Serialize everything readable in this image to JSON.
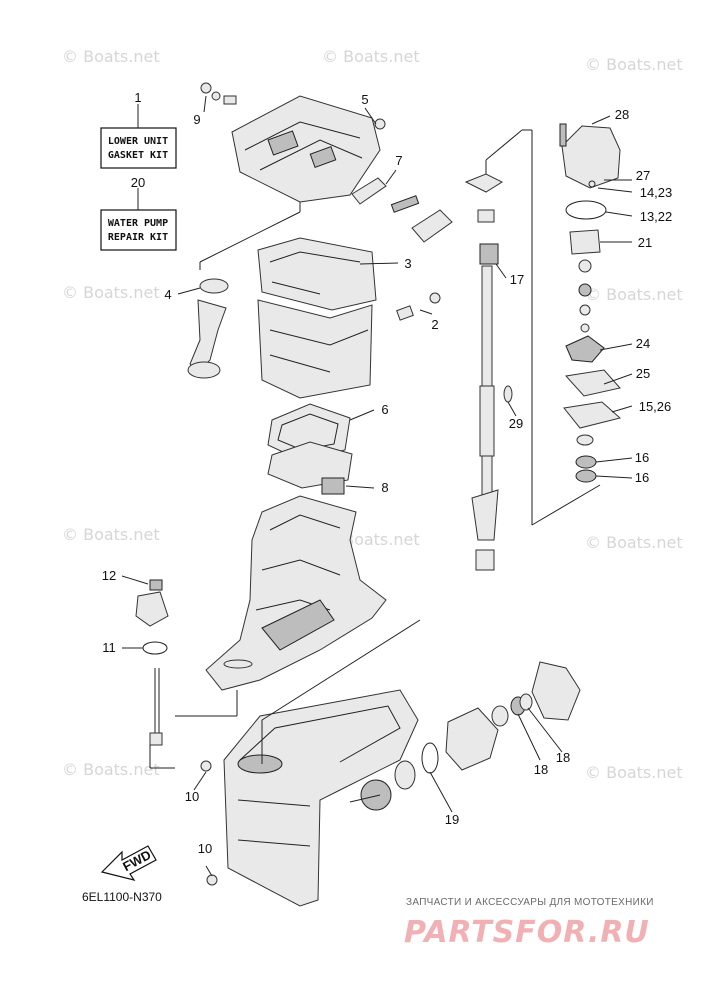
{
  "watermark": "© Boats.net",
  "callouts": [
    "1",
    "20",
    "9",
    "5",
    "7",
    "3",
    "4",
    "2",
    "6",
    "8",
    "12",
    "11",
    "10",
    "10",
    "28",
    "27",
    "14,23",
    "13,22",
    "21",
    "17",
    "24",
    "25",
    "15,26",
    "29",
    "16",
    "16",
    "18",
    "18",
    "19"
  ],
  "kits": {
    "gasket": {
      "line1": "LOWER UNIT",
      "line2": "GASKET KIT"
    },
    "pump": {
      "line1": "WATER PUMP",
      "line2": "REPAIR KIT"
    }
  },
  "fwd": "FWD",
  "diagram_code": "6EL1100-N370",
  "footer": {
    "tagline": "ЗАПЧАСТИ И АКСЕССУАРЫ ДЛЯ МОТОТЕХНИКИ",
    "brand": "PARTSFOR.RU"
  }
}
